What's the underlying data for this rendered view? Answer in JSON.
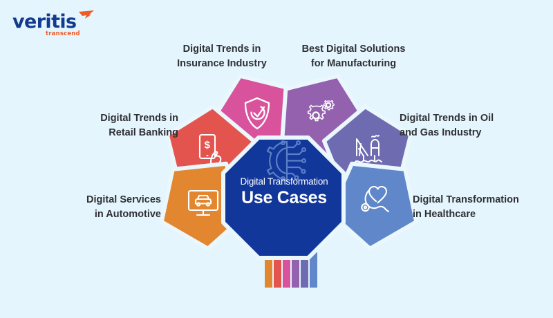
{
  "background_color": "#e4f5fd",
  "brand": {
    "name": "veritis",
    "tagline": "transcend",
    "name_color": "#123a8f",
    "tagline_color": "#ef5a28",
    "mark_color": "#ef5a28",
    "mark_icon": "bird-swoosh-icon"
  },
  "hub": {
    "icon": "gear-circuit-icon",
    "line1": "Digital Transformation",
    "line2": "Use Cases",
    "color": "#12379b",
    "text_color": "#ffffff"
  },
  "petals": [
    {
      "key": "insurance",
      "label": "Digital Trends in\nInsurance Industry",
      "icon": "shield-check-icon",
      "color": "#d8529c",
      "align": "center"
    },
    {
      "key": "manufacturing",
      "label": "Best Digital Solutions\nfor Manufacturing",
      "icon": "gears-icon",
      "color": "#9461af",
      "align": "center"
    },
    {
      "key": "banking",
      "label": "Digital Trends in\nRetail Banking",
      "icon": "mobile-payment-hand-icon",
      "color": "#e4544f",
      "align": "right"
    },
    {
      "key": "oilgas",
      "label": "Digital Trends in Oil\nand Gas Industry",
      "icon": "oil-rig-icon",
      "color": "#6f6bb0",
      "align": "left"
    },
    {
      "key": "automotive",
      "label": "Digital Services\nin Automotive",
      "icon": "car-monitor-icon",
      "color": "#e2872f",
      "align": "right"
    },
    {
      "key": "healthcare",
      "label": "Digital Transformation\nin Healthcare",
      "icon": "heart-stethoscope-icon",
      "color": "#5f87c9",
      "align": "left"
    }
  ],
  "stem": {
    "stripe_colors": [
      "#e2872f",
      "#e4544f",
      "#d8529c",
      "#9461af",
      "#6f6bb0",
      "#5f87c9"
    ]
  }
}
